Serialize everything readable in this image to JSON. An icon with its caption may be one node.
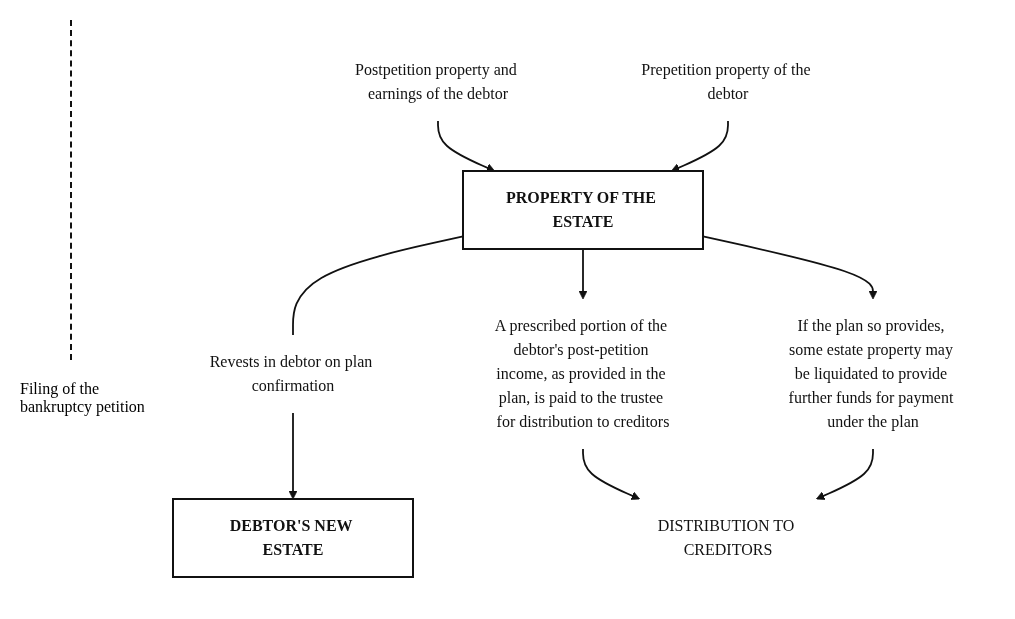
{
  "diagram": {
    "nodes": [
      {
        "text": [
          "Postpetition property and earnings of the debtor"
        ]
      },
      {
        "text": [
          "DEBTOR'S NEW ESTATE"
        ]
      },
      {
        "text": [
          "Prepetition property of the debtor"
        ]
      },
      {
        "text": [
          "PROPERTY OF THE ESTATE"
        ]
      },
      {
        "text": [
          "Revests in debtor on plan confirmation"
        ]
      },
      {
        "text": [
          "A prescribed portion of the debtor's post-petition income, as provided in the plan, is paid to the trustee for distribution to creditors"
        ]
      },
      {
        "text": [
          "If the plan so provides, some estate property may be liquidated to provide further funds for payment under the plan"
        ]
      },
      {
        "text": [
          "DISTRIBUTION TO CREDITORS"
        ]
      }
    ],
    "edges": [
      {
        "from": 0,
        "to": 3,
        "arrow": "to"
      },
      {
        "from": 2,
        "to": 3,
        "arrow": "to"
      },
      {
        "from": 3,
        "to": 4,
        "arrow": "none"
      },
      {
        "from": 4,
        "to": 1,
        "arrow": "to"
      },
      {
        "from": 3,
        "to": 5,
        "arrow": "to"
      },
      {
        "from": 3,
        "to": 6,
        "arrow": "to"
      },
      {
        "from": 5,
        "to": 7,
        "arrow": "to"
      },
      {
        "from": 6,
        "to": 7,
        "arrow": "to"
      }
    ],
    "labels": [
      "Filing of the bankruptcy petition"
    ]
  }
}
